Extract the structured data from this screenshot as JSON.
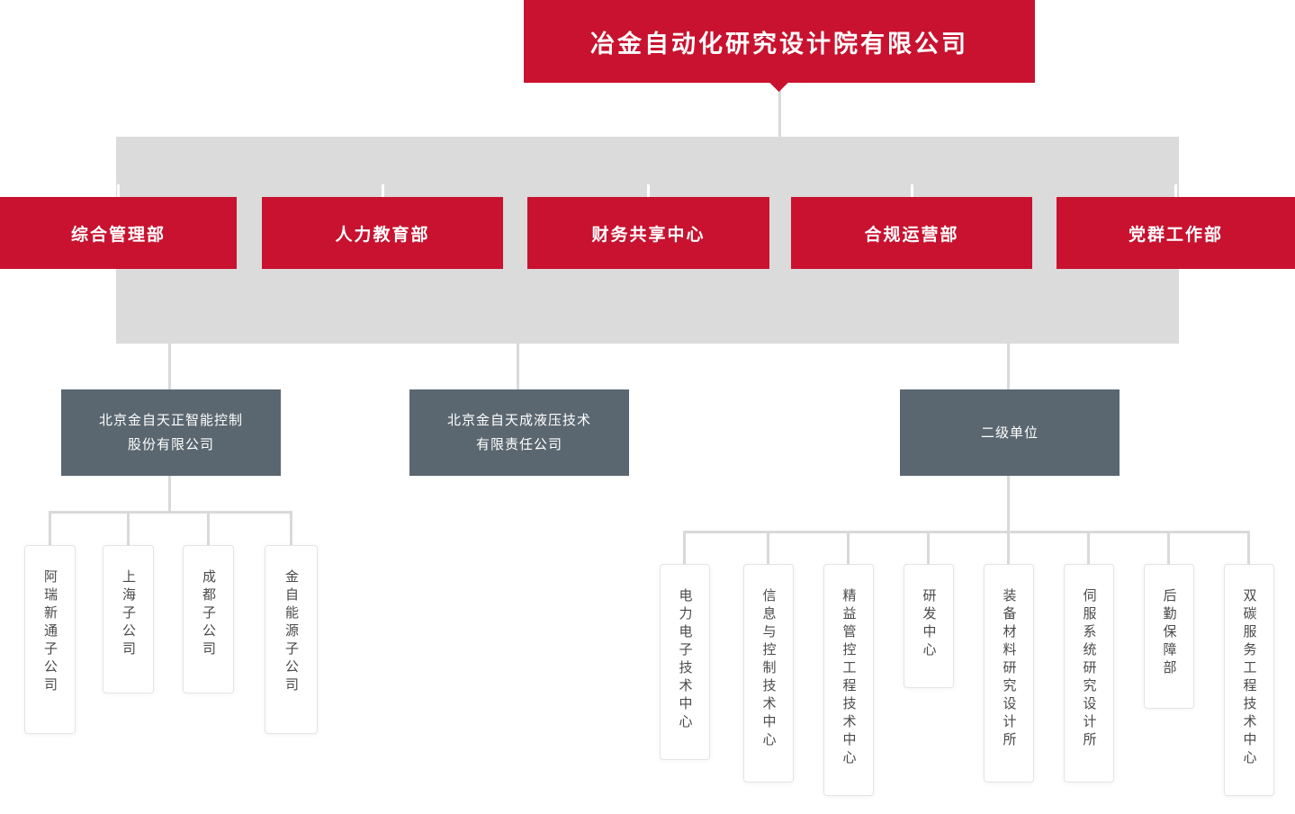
{
  "root": {
    "title": "冶金自动化研究设计院有限公司"
  },
  "departments": [
    "综合管理部",
    "人力教育部",
    "财务共享中心",
    "合规运营部",
    "党群工作部"
  ],
  "level2": [
    {
      "label": "北京金自天正智能控制\n股份有限公司"
    },
    {
      "label": "北京金自天成液压技术\n有限责任公司"
    },
    {
      "label": "二级单位"
    }
  ],
  "subsidiaries_a": [
    "阿瑞新通子公司",
    "上海子公司",
    "成都子公司",
    "金自能源子公司"
  ],
  "units_c": [
    "电力电子技术中心",
    "信息与控制技术中心",
    "精益管控工程技术中心",
    "研发中心",
    "装备材料研究设计所",
    "伺服系统研究设计所",
    "后勤保障部",
    "双碳服务工程技术中心"
  ],
  "colors": {
    "primary_red": "#c8122f",
    "band_gray": "#dbdbdb",
    "slate_gray": "#5a6770",
    "connector_gray": "#d9d9d9"
  }
}
